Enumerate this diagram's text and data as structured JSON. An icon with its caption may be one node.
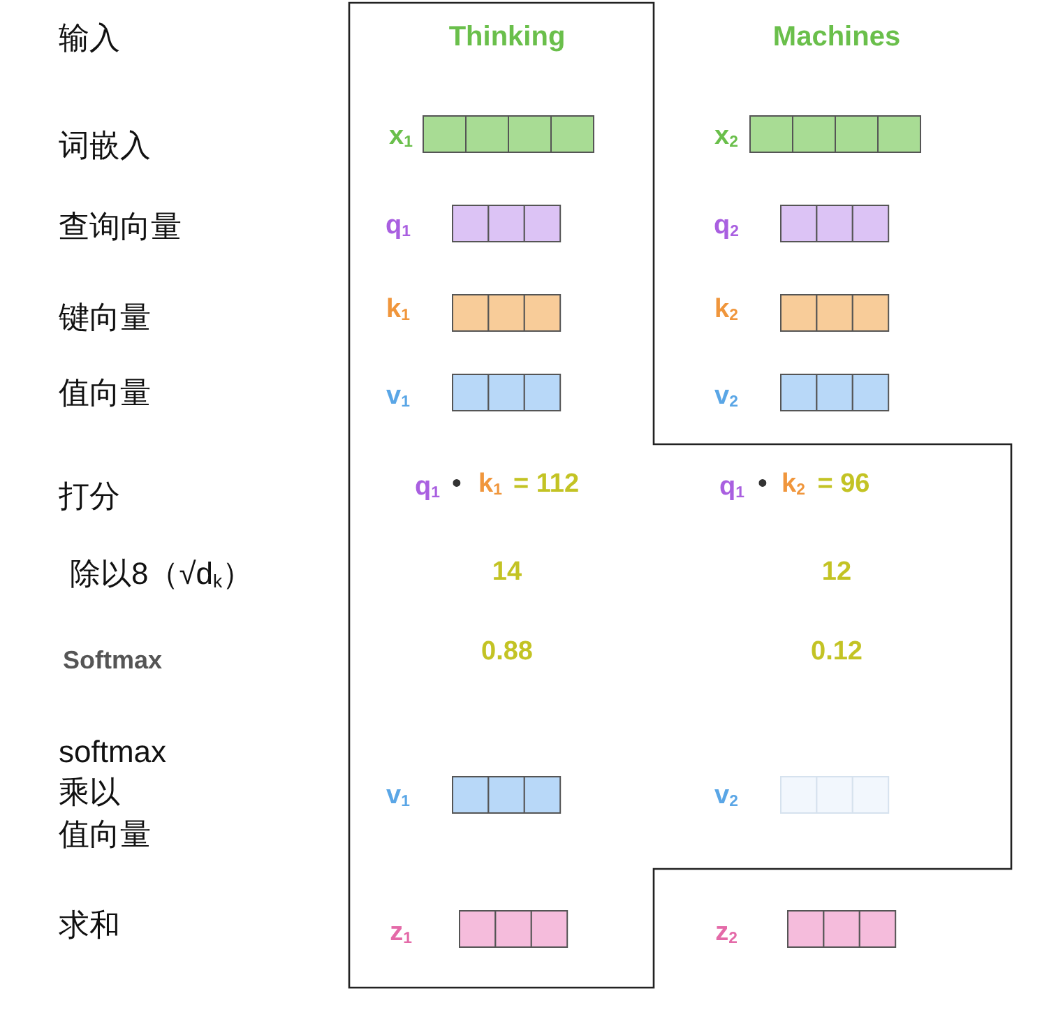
{
  "diagram": {
    "labels": [
      "输入",
      "Thinking",
      "Machines",
      "词嵌入",
      "x$_{1}$",
      "x$_{2}$",
      "查询向量",
      "q$_{1}$",
      "q$_{2}$",
      "键向量",
      "k$_{1}$",
      "k$_{2}$",
      "值向量",
      "v$_{1}$",
      "v$_{2}$",
      "打分",
      "q$_{1}$",
      "•",
      "k$_{1}$",
      "= 112",
      "q$_{1}$",
      "•",
      "k$_{2}$",
      "= 96",
      "除以8（√d$_{k}$）",
      "14",
      "12",
      "Softmax",
      "0.88",
      "0.12",
      "softmax",
      "乘以",
      "值向量",
      "v$_{1}$",
      "v$_{2}$",
      "求和",
      "z$_{1}$",
      "z$_{2}$"
    ]
  }
}
